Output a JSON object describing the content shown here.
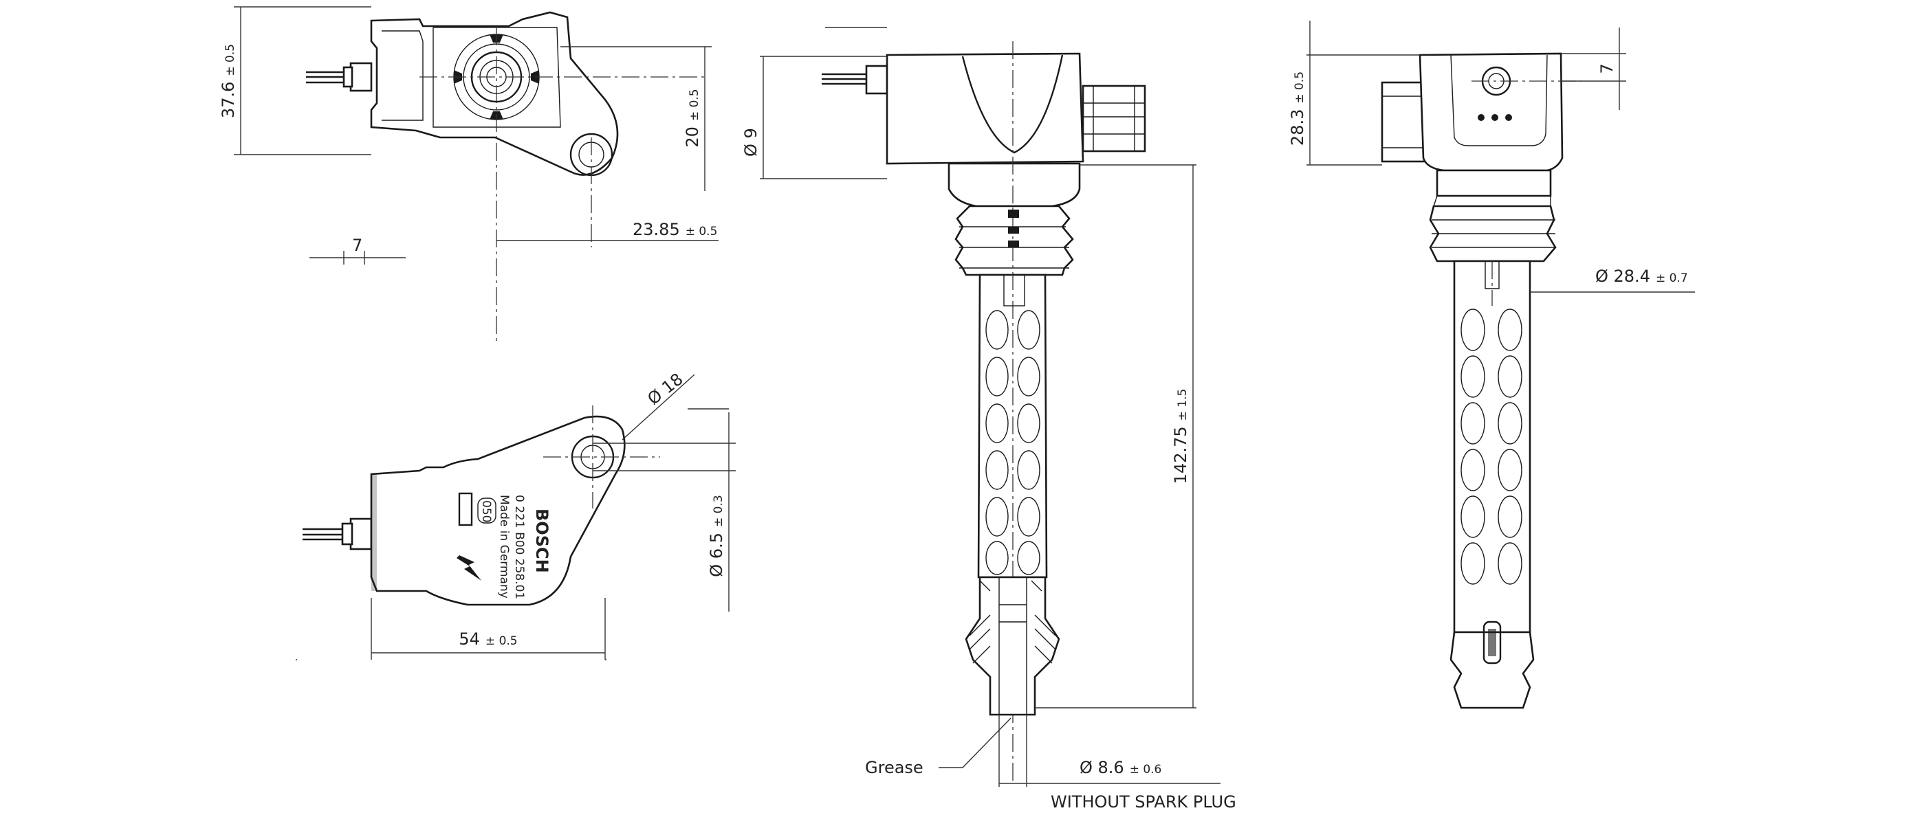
{
  "dimensions": {
    "top_height": {
      "value": "37.6",
      "tol": "± 0.5"
    },
    "connector_offset": {
      "value": "20",
      "tol": "± 0.5"
    },
    "hole_offset": {
      "value": "23.85",
      "tol": "± 0.5"
    },
    "pin_width": {
      "value": "7"
    },
    "flange_hole_dia": {
      "value": "Ø 18"
    },
    "mount_hole_dia": {
      "value": "Ø 6.5",
      "tol": "± 0.3"
    },
    "body_width": {
      "value": "54",
      "tol": "± 0.5"
    },
    "wire_dia": {
      "value": "Ø 9"
    },
    "overall_length": {
      "value": "142.75",
      "tol": "± 1.5"
    },
    "tip_dia": {
      "value": "Ø  8.6",
      "tol": "± 0.6"
    },
    "side_height": {
      "value": "28.3",
      "tol": "± 0.5"
    },
    "side_connector": {
      "value": "7"
    },
    "boot_dia": {
      "value": "Ø  28.4",
      "tol": "± 0.7"
    }
  },
  "labels": {
    "grease": "Grease",
    "note": "WITHOUT SPARK PLUG"
  },
  "label_plate": {
    "brand": "BOSCH",
    "part_number": "0 221 B00 258.01",
    "origin": "Made in Germany",
    "code": "050"
  }
}
